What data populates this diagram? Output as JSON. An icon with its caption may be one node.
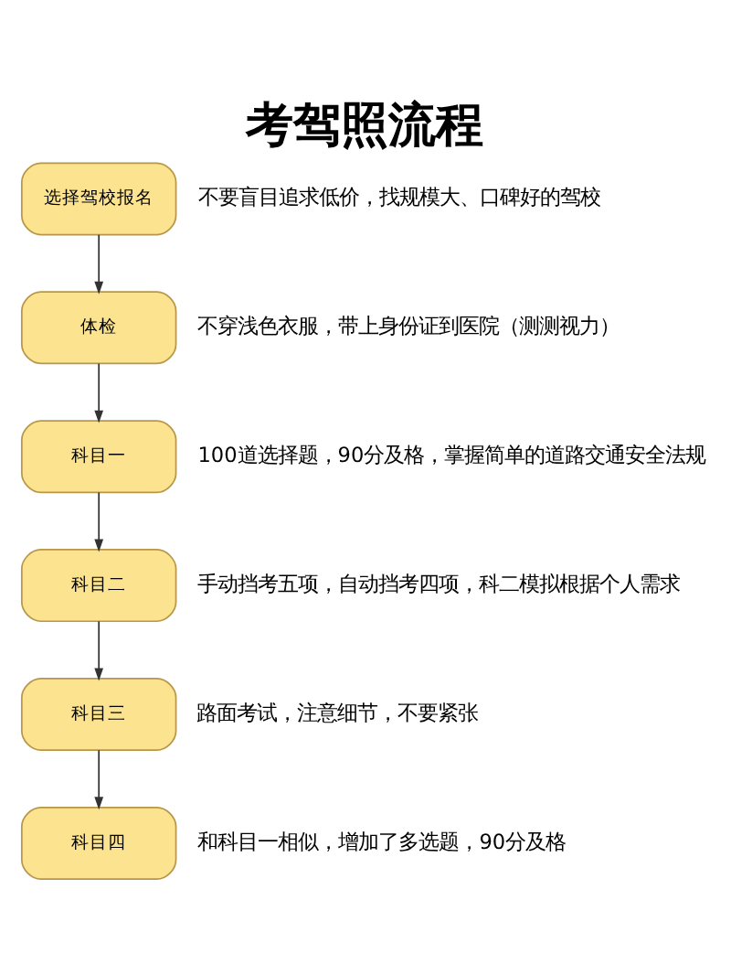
{
  "diagram": {
    "title": "考驾照流程",
    "nodes": [
      {
        "text": [
          "选择驾校报名"
        ],
        "beside": [
          "不要盲目追求低价，找规模大、口碑好的驾校"
        ]
      },
      {
        "text": [
          "体检"
        ],
        "beside": [
          "不穿浅色衣服，带上身份证到医院（测测视力）"
        ]
      },
      {
        "text": [
          "科目一"
        ],
        "beside": [
          "100道选择题，90分及格，掌握简单的道路交通安全法规"
        ]
      },
      {
        "text": [
          "科目二"
        ],
        "beside": [
          "手动挡考五项，自动挡考四项，科二模拟根据个人需求"
        ]
      },
      {
        "text": [
          "科目三"
        ],
        "beside": [
          "路面考试，注意细节，不要紧张"
        ]
      },
      {
        "text": [
          "科目四"
        ],
        "beside": [
          "和科目一相似，增加了多选题，90分及格"
        ]
      }
    ],
    "edges": [
      {
        "from": 0,
        "to": 1,
        "arrow": "to"
      },
      {
        "from": 1,
        "to": 2,
        "arrow": "to"
      },
      {
        "from": 2,
        "to": 3,
        "arrow": "to"
      },
      {
        "from": 3,
        "to": 4,
        "arrow": "to"
      },
      {
        "from": 4,
        "to": 5,
        "arrow": "to"
      }
    ]
  }
}
